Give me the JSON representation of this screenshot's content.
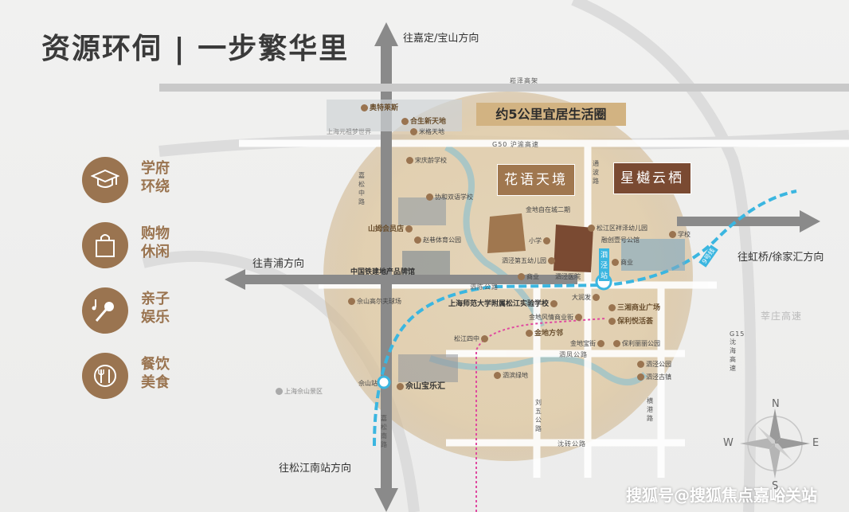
{
  "title": "资源环伺 | 一步繁华里",
  "legend": [
    {
      "icon": "graduation-cap-icon",
      "line1": "学府",
      "line2": "环绕"
    },
    {
      "icon": "shopping-bag-icon",
      "line1": "购物",
      "line2": "休闲"
    },
    {
      "icon": "music-mic-icon",
      "line1": "亲子",
      "line2": "娱乐"
    },
    {
      "icon": "dining-icon",
      "line1": "餐饮",
      "line2": "美食"
    }
  ],
  "directions": {
    "north": "往嘉定/宝山方向",
    "west": "往青浦方向",
    "east": "往虹桥/徐家汇方向",
    "south": "往松江南站方向"
  },
  "life_circle": "约5公里宜居生活圈",
  "projects": {
    "huayu": "花语天境",
    "xinghui": "星樾云栖"
  },
  "roads": {
    "songze": "崧泽高架",
    "g50": "G50 沪渝高速",
    "sijing": "泗陈公路",
    "sijing_rd": "泗凤公路",
    "shenzhuan": "沈砖公路",
    "jiasong_mid": "嘉松中路",
    "jiasong_south": "嘉松南路",
    "liuwu": "刘五公路",
    "tonglu": "通波路",
    "hengnan": "横港路",
    "g15": "G15 沈海高速",
    "xinzhuang": "莘庄高速"
  },
  "metro": {
    "line": "9号线",
    "station_sijing": "泗泾站",
    "station_sheshan": "佘山站"
  },
  "compass": {
    "n": "N",
    "s": "S",
    "w": "W",
    "e": "E"
  },
  "pois": {
    "outlets": "奥特莱斯",
    "hesheng": "合生新天地",
    "mitu": "米格天地",
    "dream": "上海元祖梦世界",
    "songqing": "宋庆龄学校",
    "xiehe": "协和双语学校",
    "sams": "山姆会员店",
    "zhaoxiang": "赵巷体育公园",
    "railway": "中国铁建地产品牌馆",
    "sheshan_golf": "佘山高尔夫球场",
    "shida": "上海师范大学附属松江实验学校",
    "songjiang4": "松江四中",
    "sheshan_mall": "佘山宝乐汇",
    "jindi_school": "金地自在城二期",
    "xiaoxue": "小学",
    "sijing5": "泗泾第五幼儿园",
    "shangye1": "商业",
    "sijing_hosp": "泗泾医院",
    "xiangze": "松江区祥泽幼儿园",
    "rongchuang": "融创壹号公馆",
    "xuexiao": "学校",
    "shangye2": "商业",
    "darun": "大润发",
    "sanxiang": "三湘商业广场",
    "baoli": "保利悦活荟",
    "jindi_street": "金地风情商业街",
    "jindi_fang": "金地方邻",
    "jindi_bao": "金地宝街",
    "baoli_park": "保利丽丽公园",
    "sijing_green": "泗滨绿地",
    "sijing_park": "泗泾公园",
    "sijing_town": "泗泾古镇",
    "shanghai_villa": "上海佘山景区"
  },
  "watermark": "搜狐号@搜狐焦点嘉峪关站",
  "colors": {
    "accent": "#9a7450",
    "circle": "#d9c4a3",
    "metro": "#3bb6e0",
    "project1": "#a0774f",
    "project2": "#7a4a32"
  }
}
